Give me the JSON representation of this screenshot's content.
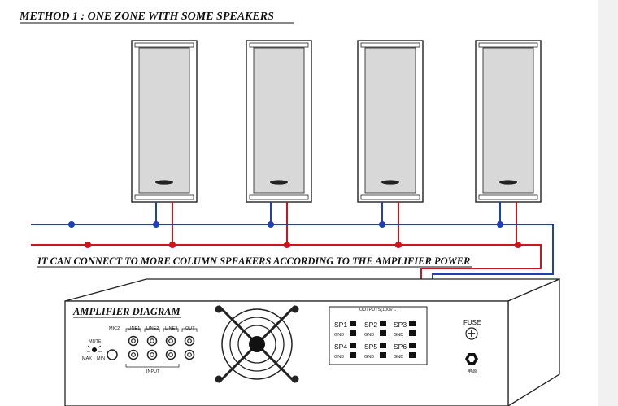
{
  "diagram": {
    "title": "METHOD 1 : ONE ZONE WITH SOME SPEAKERS",
    "note": "IT CAN CONNECT TO MORE COLUMN SPEAKERS ACCORDING TO THE AMPLIFIER POWER",
    "speaker_count": 4,
    "colors": {
      "blue_wire": "#1f3fb5",
      "red_wire": "#c8161d",
      "outline": "#222222"
    }
  },
  "amplifier": {
    "title": "AMPLIFIER DIAGRAM",
    "outputs_title": "OUTPUTS(100V→)",
    "outputs": [
      {
        "sp": "SP1",
        "gnd": "GND"
      },
      {
        "sp": "SP2",
        "gnd": "GND"
      },
      {
        "sp": "SP3",
        "gnd": "GND"
      },
      {
        "sp": "SP4",
        "gnd": "GND"
      },
      {
        "sp": "SP5",
        "gnd": "GND"
      },
      {
        "sp": "SP6",
        "gnd": "GND"
      }
    ],
    "fuse_label": "FUSE",
    "power_label": "电源",
    "input_group_label": "INPUT",
    "jacks": [
      "MIC2",
      "LINE1",
      "LINE2",
      "LINE3",
      "OUT"
    ],
    "volume": {
      "mute": "MUTE",
      "max": "MAX",
      "min": "MIN"
    }
  }
}
